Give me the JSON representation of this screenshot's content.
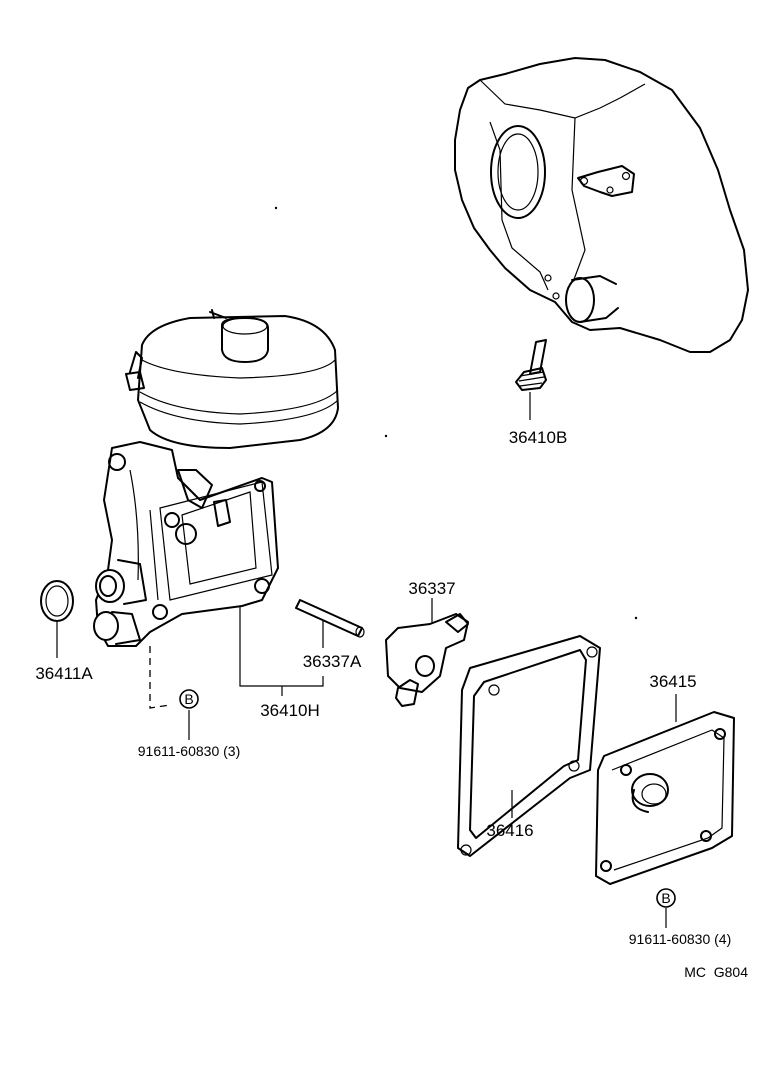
{
  "parts": {
    "p36410B": "36410B",
    "p36337": "36337",
    "p36337A": "36337A",
    "p36411A": "36411A",
    "p36410H": "36410H",
    "p36415": "36415",
    "p36416": "36416",
    "bolt_left": "91611-60830 (3)",
    "bolt_right": "91611-60830 (4)",
    "bolt_marker": "B"
  },
  "footer": {
    "code": "MC  G804"
  }
}
